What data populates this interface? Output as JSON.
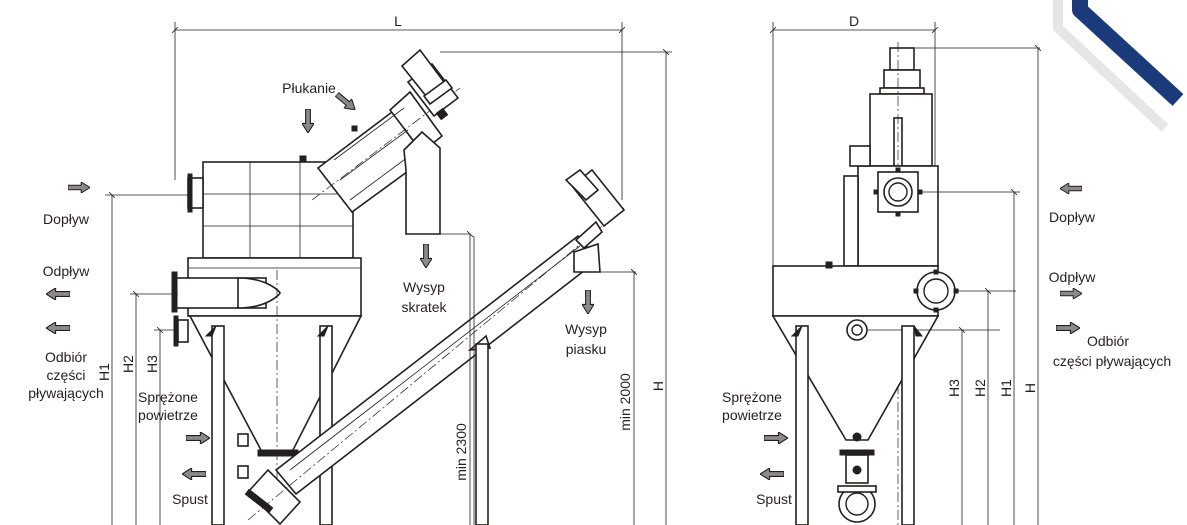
{
  "side_view": {
    "dimension_L": "L",
    "dimension_H": "H",
    "dimension_H1": "H1",
    "dimension_H2": "H2",
    "dimension_H3": "H3",
    "min_2300": "min 2300",
    "min_2000": "min 2000",
    "plukanie": "Płukanie",
    "doplyw": "Dopływ",
    "odplyw": "Odpływ",
    "odbior_1": "Odbiór",
    "odbior_2": "części",
    "odbior_3": "pływających",
    "sprezone_1": "Sprężone",
    "sprezone_2": "powietrze",
    "spust": "Spust",
    "wysyp_skratek_1": "Wysyp",
    "wysyp_skratek_2": "skratek",
    "wysyp_piasku_1": "Wysyp",
    "wysyp_piasku_2": "piasku"
  },
  "front_view": {
    "dimension_D": "D",
    "dimension_H": "H",
    "dimension_H1": "H1",
    "dimension_H2": "H2",
    "dimension_H3": "H3",
    "doplyw": "Dopływ",
    "odplyw": "Odpływ",
    "odbior_1": "Odbiór",
    "odbior_2": "części pływających",
    "sprezone_1": "Sprężone",
    "sprezone_2": "powietrze",
    "spust": "Spust"
  },
  "colors": {
    "line": "#231f20",
    "arrow_fill": "#8a8a8a",
    "brand_corner": "#1b3a7a"
  }
}
